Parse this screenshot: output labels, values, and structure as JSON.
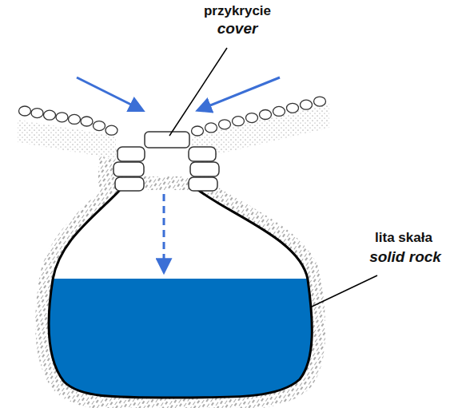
{
  "diagram": {
    "labels": [
      "przykrycie",
      "cover",
      "lita skała",
      "solid rock"
    ]
  }
}
